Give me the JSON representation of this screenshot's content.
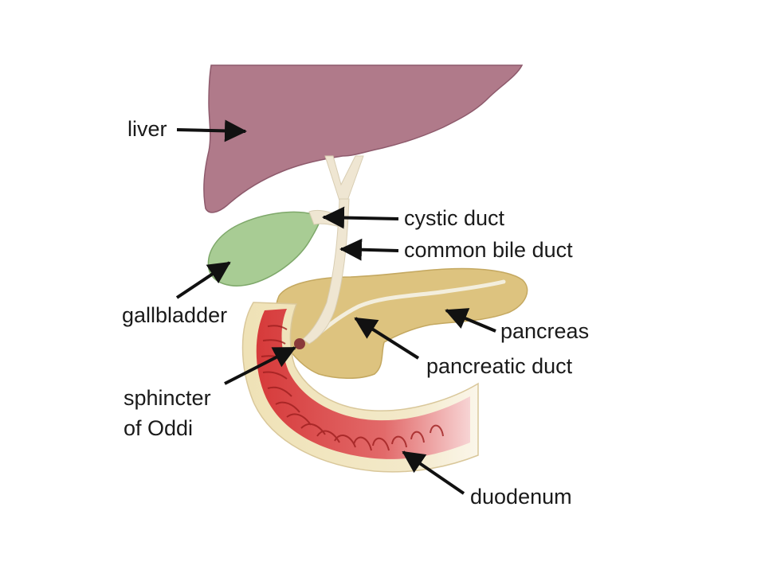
{
  "labels": {
    "liver": "liver",
    "cystic_duct": "cystic duct",
    "common_bile_duct": "common bile duct",
    "gallbladder": "gallbladder",
    "pancreas": "pancreas",
    "pancreatic_duct": "pancreatic duct",
    "sphincter_line1": "sphincter",
    "sphincter_line2": "of Oddi",
    "duodenum": "duodenum"
  },
  "colors": {
    "liver": "#b07a8a",
    "gallbladder": "#a8cc94",
    "ducts": "#efe6d2",
    "pancreas": "#ddc37f",
    "duodenum_wall": "#efe2b6",
    "duodenum_lumen": "#d63a3a",
    "arrow": "#111111"
  }
}
